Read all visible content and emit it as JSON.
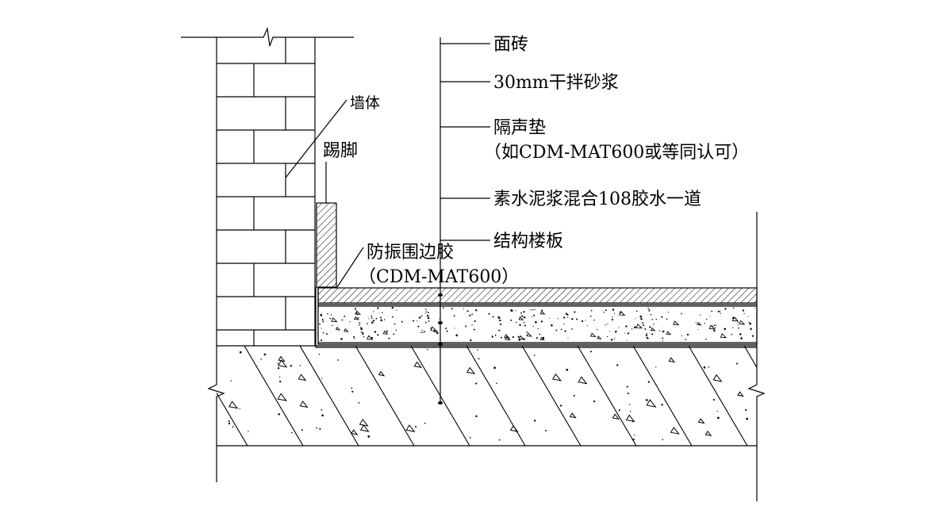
{
  "colors": {
    "line": "#000000",
    "background": "#ffffff"
  },
  "labels": {
    "wall": "墙体",
    "skirting": "踢脚",
    "tile": "面砖",
    "mortar": "30mm干拌砂浆",
    "acoustic_pad": "隔声垫",
    "acoustic_pad_note": "（如CDM-MAT600或等同认可）",
    "cement_slurry": "素水泥浆混合108胶水一道",
    "structural_slab": "结构楼板",
    "edge_strip": "防振围边胶",
    "edge_strip_product": "（CDM-MAT600）"
  }
}
